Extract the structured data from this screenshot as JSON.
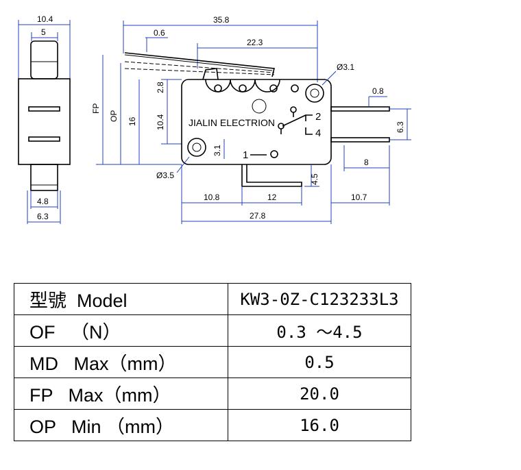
{
  "drawing": {
    "side_top_width": "10.4",
    "side_top_inner": "5",
    "side_bottom_outer": "6.3",
    "side_bottom_inner": "4.8",
    "overall_lever": "35.8",
    "lever_thickness": "0.6",
    "lever_pivot": "22.3",
    "fp_label": "FP",
    "op_label": "OP",
    "dim_16": "16",
    "dim_10_4": "10.4",
    "dim_2_8": "2.8",
    "dim_3_1": "3.1",
    "hole_right_dia": "Ø3.1",
    "hole_left_dia": "Ø3.5",
    "brand": "JIALIN ELECTRION",
    "terminal_1": "1",
    "terminal_2": "2",
    "terminal_4": "4",
    "terminal_thickness": "0.8",
    "terminal_pitch": "6.3",
    "terminal_length": "8",
    "dim_4_5": "4.5",
    "dim_10_8": "10.8",
    "dim_12": "12",
    "dim_10_7": "10.7",
    "body_length": "27.8"
  },
  "spec_table": {
    "rows": [
      {
        "label": "型號  Model",
        "value": "KW3-0Z-C123233L3"
      },
      {
        "label": "OF   （N）",
        "value": "0.3 ～4.5"
      },
      {
        "label": "MD   Max（mm）",
        "value": "0.5"
      },
      {
        "label": "FP   Max（mm）",
        "value": "20.0"
      },
      {
        "label": "OP   Min （mm）",
        "value": "16.0"
      }
    ]
  }
}
